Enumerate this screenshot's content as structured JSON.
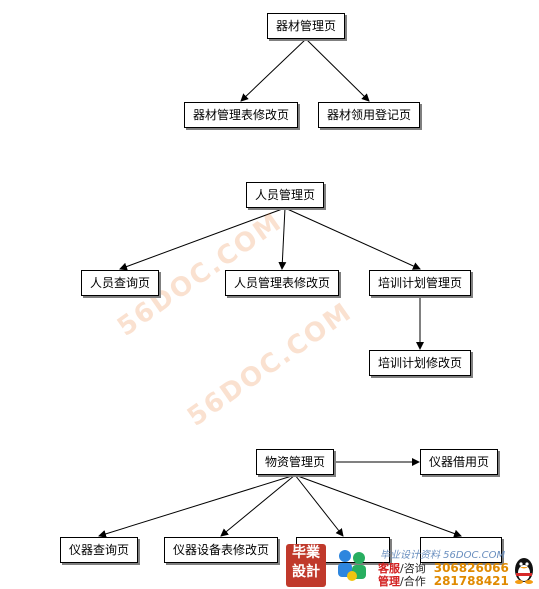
{
  "diagram": {
    "nodes": [
      {
        "id": "n1",
        "label": "器材管理页"
      },
      {
        "id": "n2",
        "label": "器材管理表修改页"
      },
      {
        "id": "n3",
        "label": "器材领用登记页"
      },
      {
        "id": "n4",
        "label": "人员管理页"
      },
      {
        "id": "n5",
        "label": "人员查询页"
      },
      {
        "id": "n6",
        "label": "人员管理表修改页"
      },
      {
        "id": "n7",
        "label": "培训计划管理页"
      },
      {
        "id": "n8",
        "label": "培训计划修改页"
      },
      {
        "id": "n9",
        "label": "物资管理页"
      },
      {
        "id": "n10",
        "label": "仪器借用页"
      },
      {
        "id": "n11",
        "label": "仪器查询页"
      },
      {
        "id": "n12",
        "label": "仪器设备表修改页"
      },
      {
        "id": "n13",
        "label": ""
      },
      {
        "id": "n14",
        "label": ""
      }
    ],
    "edges": [
      {
        "from": "n1",
        "to": "n2"
      },
      {
        "from": "n1",
        "to": "n3"
      },
      {
        "from": "n4",
        "to": "n5"
      },
      {
        "from": "n4",
        "to": "n6"
      },
      {
        "from": "n4",
        "to": "n7"
      },
      {
        "from": "n7",
        "to": "n8"
      },
      {
        "from": "n9",
        "to": "n10"
      },
      {
        "from": "n9",
        "to": "n11"
      },
      {
        "from": "n9",
        "to": "n12"
      },
      {
        "from": "n9",
        "to": "n13"
      },
      {
        "from": "n9",
        "to": "n14"
      }
    ]
  },
  "watermark": {
    "text1": "56DOC.COM",
    "text2": "56DOC.COM",
    "color": "#e67828"
  },
  "footer": {
    "logo_line1": "毕業",
    "logo_line2": "設計",
    "site": "毕业设计资料 56DOC.COM",
    "row1_a": "客服",
    "row1_b": "/咨询",
    "row1_phone": "306826066",
    "row2_a": "管理",
    "row2_b": "/合作",
    "row2_phone": "281788421"
  }
}
